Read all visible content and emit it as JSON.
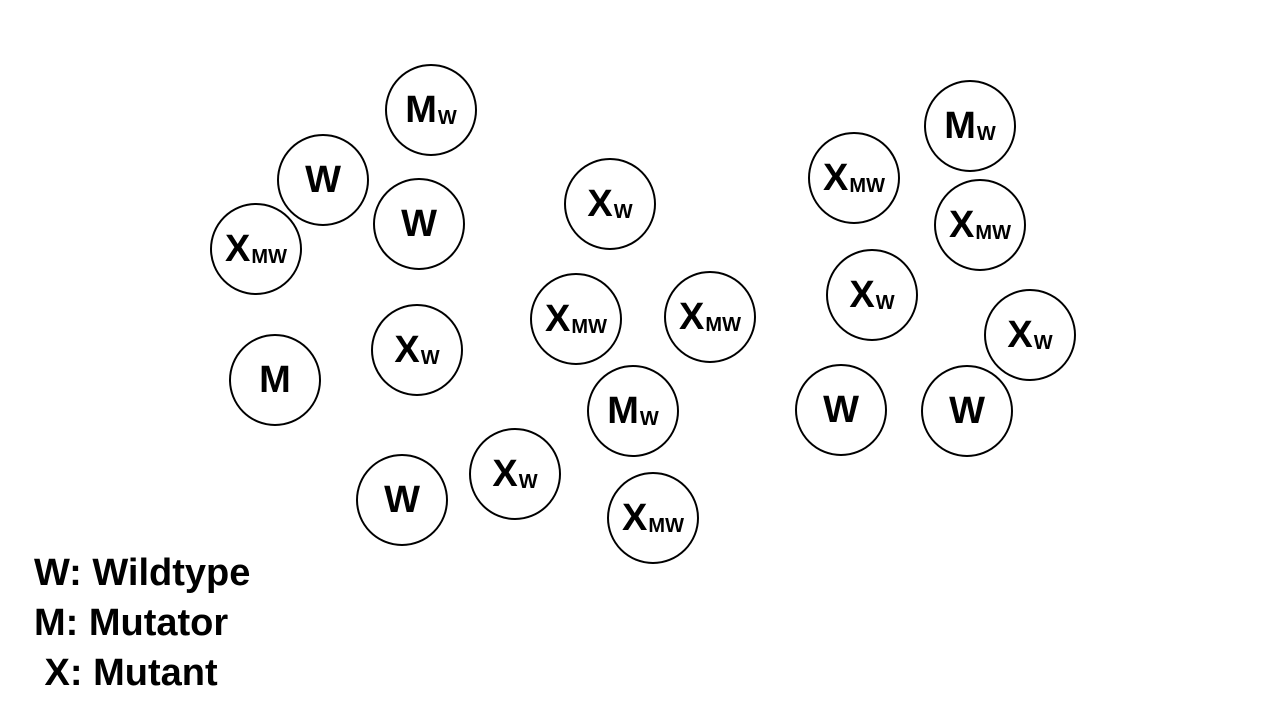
{
  "colors": {
    "stroke": "#000000",
    "fill": "#ffffff",
    "text": "#000000"
  },
  "nodes": [
    {
      "main": "M",
      "sub": "W"
    },
    {
      "main": "W",
      "sub": ""
    },
    {
      "main": "W",
      "sub": ""
    },
    {
      "main": "X",
      "sub": "MW"
    },
    {
      "main": "M",
      "sub": ""
    },
    {
      "main": "X",
      "sub": "W"
    },
    {
      "main": "W",
      "sub": ""
    },
    {
      "main": "X",
      "sub": "W"
    },
    {
      "main": "X",
      "sub": "W"
    },
    {
      "main": "X",
      "sub": "MW"
    },
    {
      "main": "X",
      "sub": "MW"
    },
    {
      "main": "M",
      "sub": "W"
    },
    {
      "main": "X",
      "sub": "MW"
    },
    {
      "main": "M",
      "sub": "W"
    },
    {
      "main": "X",
      "sub": "MW"
    },
    {
      "main": "X",
      "sub": "MW"
    },
    {
      "main": "X",
      "sub": "W"
    },
    {
      "main": "X",
      "sub": "W"
    },
    {
      "main": "W",
      "sub": ""
    },
    {
      "main": "W",
      "sub": ""
    }
  ],
  "legend": [
    "W: Wildtype",
    "M: Mutator",
    " X: Mutant"
  ]
}
